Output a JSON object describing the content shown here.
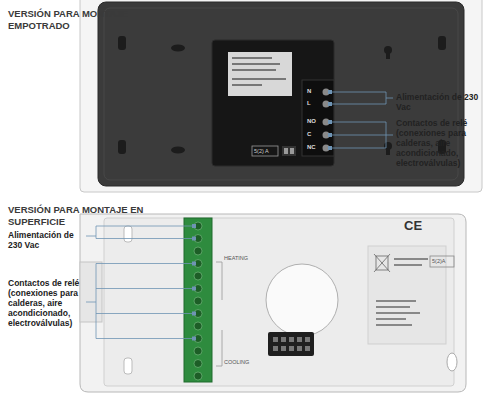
{
  "diagram": {
    "labels": [
      "VERSIÓN PARA MONTAJE EMPOTRADO",
      "Alimentación de 230 Vac",
      "Contactos de relé (conexiones para calderas, aire acondicionado, electroválvulas)",
      "N",
      "L",
      "NO",
      "C",
      "NC",
      "5(2) A",
      "VERSIÓN PARA MONTAJE EN SUPERFICIE",
      "Alimentación de 230 Vac",
      "Contactos de relé (conexiones para calderas, aire acondicionado, electroválvulas)",
      "HEATING",
      "COOLING",
      "CE",
      "5(2)A"
    ]
  }
}
